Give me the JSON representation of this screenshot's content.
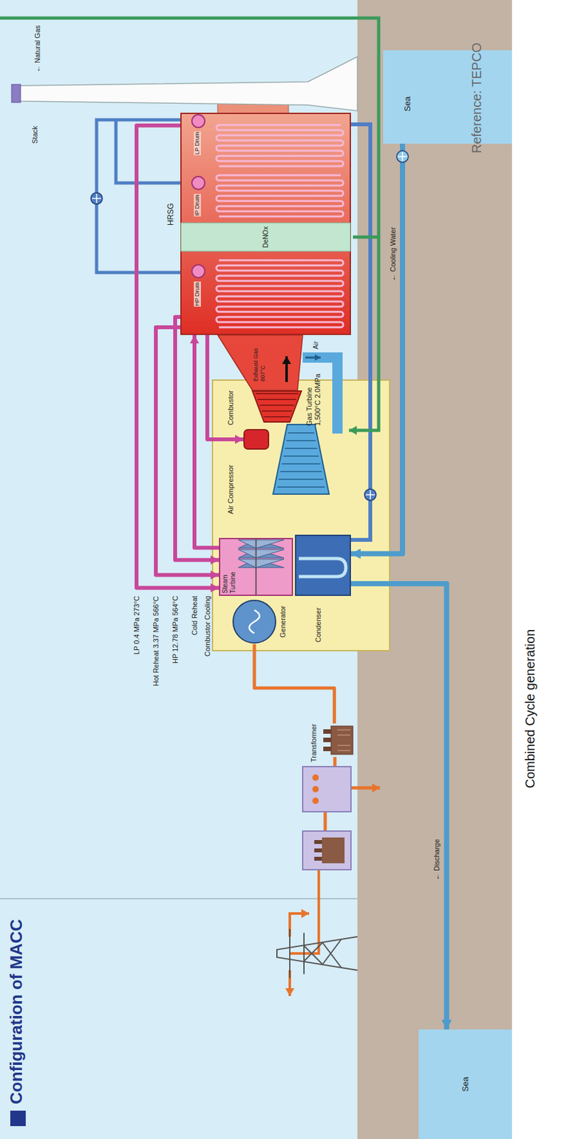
{
  "diagram": {
    "title": "Configuration of MACC",
    "caption": "Combined Cycle generation",
    "nodes": [
      {
        "text": [
          "Transformer"
        ]
      },
      {
        "text": [
          "Generator"
        ]
      },
      {
        "text": [
          "Steam Turbine"
        ]
      },
      {
        "text": [
          "Condenser"
        ]
      },
      {
        "text": [
          "Air Compressor"
        ]
      },
      {
        "text": [
          "Combustor"
        ]
      },
      {
        "text": [
          "Gas Turbine 1,500°C 2.0MPa"
        ]
      },
      {
        "text": [
          "HRSG"
        ]
      },
      {
        "text": [
          "DeNOx"
        ],
        "in": 7
      },
      {
        "text": [
          "HP Drum"
        ],
        "in": 7
      },
      {
        "text": [
          "IP Drum"
        ],
        "in": 7
      },
      {
        "text": [
          "LP Drum"
        ],
        "in": 7
      },
      {
        "text": [
          "Stack"
        ]
      },
      {
        "text": [
          "Sea"
        ]
      },
      {
        "text": [
          "Sea"
        ]
      }
    ],
    "edges": [
      {
        "from": 11,
        "to": 2,
        "arrow": "to",
        "label": "LP 0.4 MPa 273°C"
      },
      {
        "from": 7,
        "to": 2,
        "arrow": "to",
        "label": "Hot Reheat 3.37 MPa 566°C"
      },
      {
        "from": 7,
        "to": 2,
        "arrow": "to",
        "label": "HP 12.78 MPa 564°C"
      },
      {
        "from": 2,
        "to": 7,
        "arrow": "to",
        "label": "Cold Reheat"
      },
      {
        "from": 7,
        "to": 5,
        "arrow": "to",
        "label": "Combustor Cooling"
      },
      {
        "from": 14,
        "to": 3,
        "arrow": "to",
        "label": "← Cooling Water"
      },
      {
        "from": 3,
        "to": 13,
        "arrow": "to",
        "label": "← Discharge"
      },
      {
        "from": 1,
        "to": 0,
        "arrow": "none"
      }
    ],
    "labels": [
      "Air",
      "Exhaust Gas 607°C",
      "← Natural Gas",
      "Reference: TEPCO"
    ]
  }
}
